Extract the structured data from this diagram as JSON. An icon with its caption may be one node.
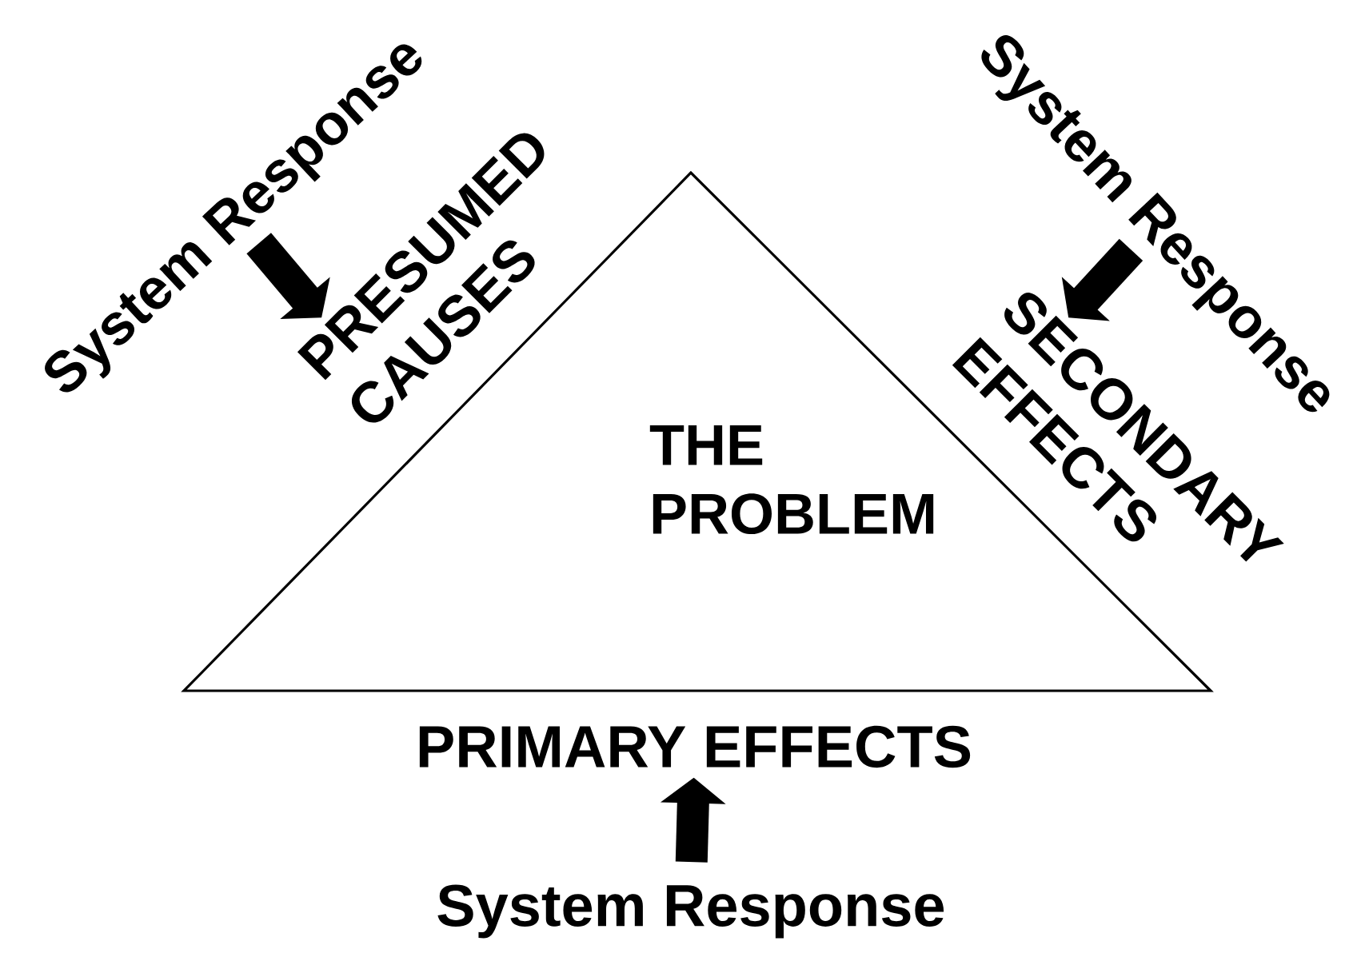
{
  "diagram": {
    "nodes": [
      {
        "text": [
          "THE PROBLEM"
        ]
      },
      {
        "text": [
          "System Response"
        ]
      },
      {
        "text": [
          "PRESUMED CAUSES"
        ]
      },
      {
        "text": [
          "System Response"
        ]
      },
      {
        "text": [
          "SECONDARY EFFECTS"
        ]
      },
      {
        "text": [
          "PRIMARY EFFECTS"
        ]
      },
      {
        "text": [
          "System Response"
        ]
      }
    ],
    "edges": [
      {
        "from": 1,
        "to": 2,
        "arrow": "to"
      },
      {
        "from": 3,
        "to": 4,
        "arrow": "to"
      },
      {
        "from": 6,
        "to": 5,
        "arrow": "to"
      }
    ]
  }
}
